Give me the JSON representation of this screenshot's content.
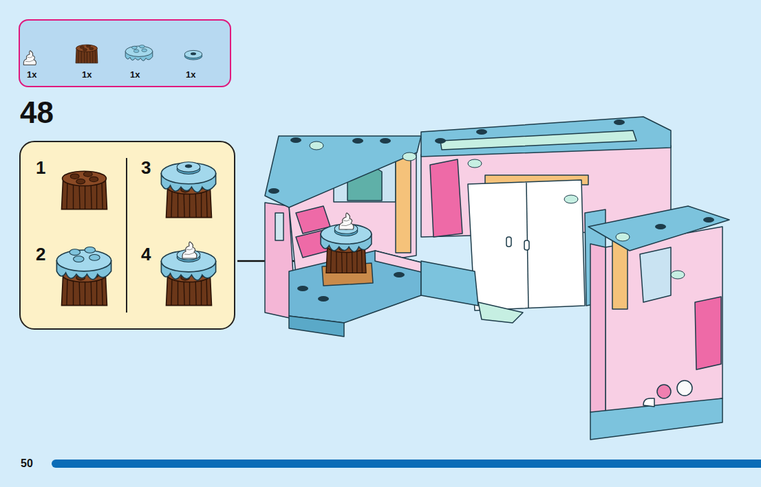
{
  "diagram": {
    "nodes": [
      {
        "text": [
          "1x",
          "1x",
          "1x",
          "1x"
        ]
      },
      {
        "text": [
          "1",
          "2",
          "3",
          "4"
        ]
      }
    ],
    "labels": [
      "48",
      "50"
    ]
  }
}
